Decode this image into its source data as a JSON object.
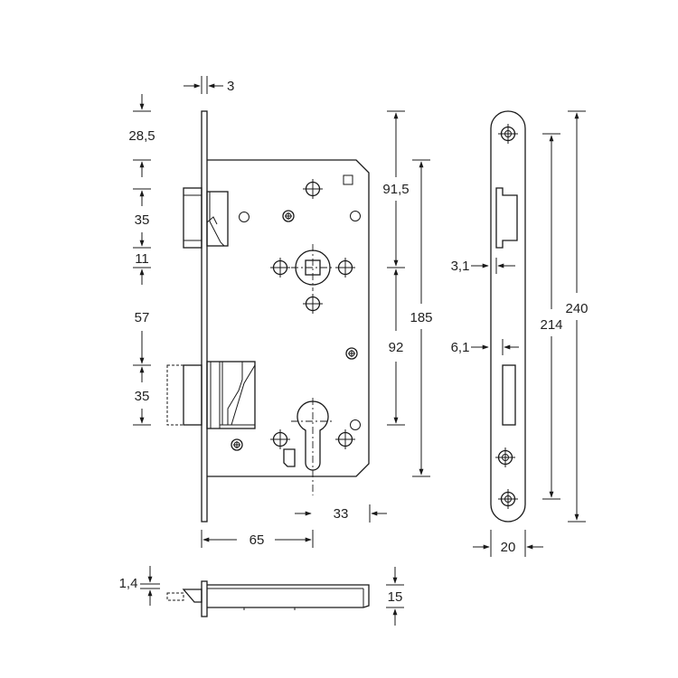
{
  "diagram": {
    "stroke_color": "#1a1a1a",
    "background": "#ffffff",
    "dimensions": {
      "faceplate_thickness": "3",
      "top_offset": "28,5",
      "latch_height": "35",
      "gap_small": "11",
      "gap_mid": "57",
      "bolt_height": "35",
      "spindle_offset": "91,5",
      "case_height": "185",
      "center_distance": "92",
      "cylinder_offset": "33",
      "backset": "65",
      "strike_offset_1": "3,1",
      "strike_offset_2": "6,1",
      "inner_length": "214",
      "total_length": "240",
      "strike_width": "20",
      "plate_thickness": "1,4",
      "case_depth": "15"
    }
  }
}
